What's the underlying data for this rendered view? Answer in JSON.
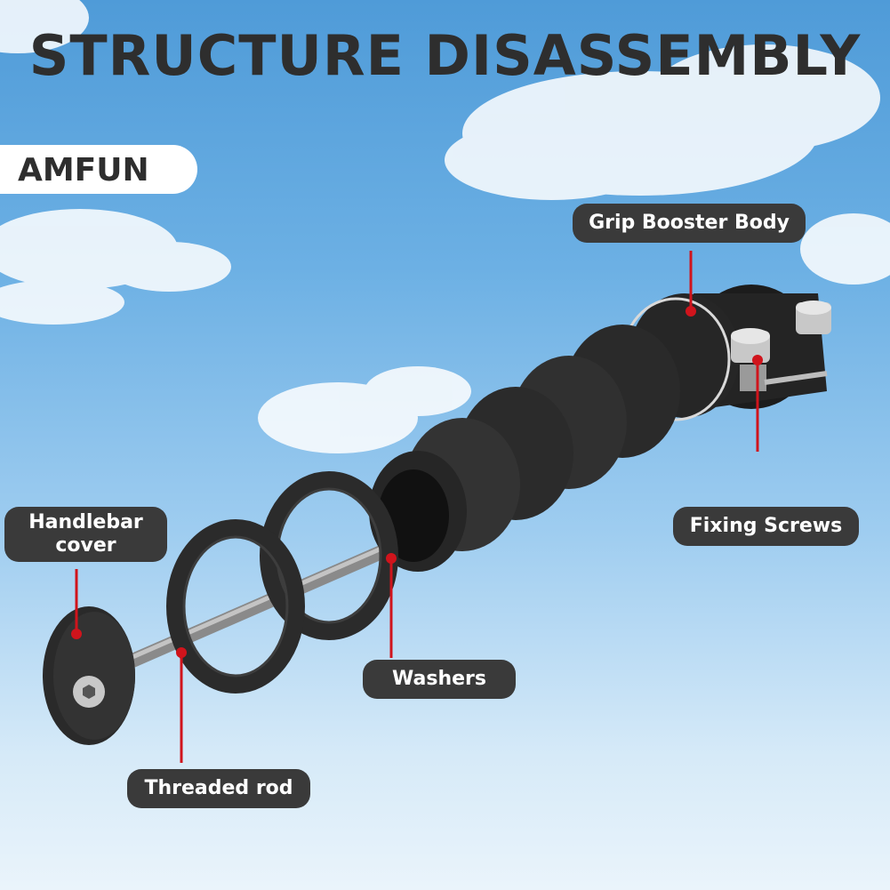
{
  "title": "STRUCTURE DISASSEMBLY",
  "brand": "AMFUN",
  "labels": {
    "grip_booster_body": "Grip Booster Body",
    "fixing_screws": "Fixing Screws",
    "handlebar_cover_line1": "Handlebar",
    "handlebar_cover_line2": "cover",
    "washers": "Washers",
    "threaded_rod": "Threaded rod"
  },
  "colors": {
    "label_bg": "#3a3a3a",
    "marker": "#d0141c",
    "title_text": "#2e2e2e"
  }
}
